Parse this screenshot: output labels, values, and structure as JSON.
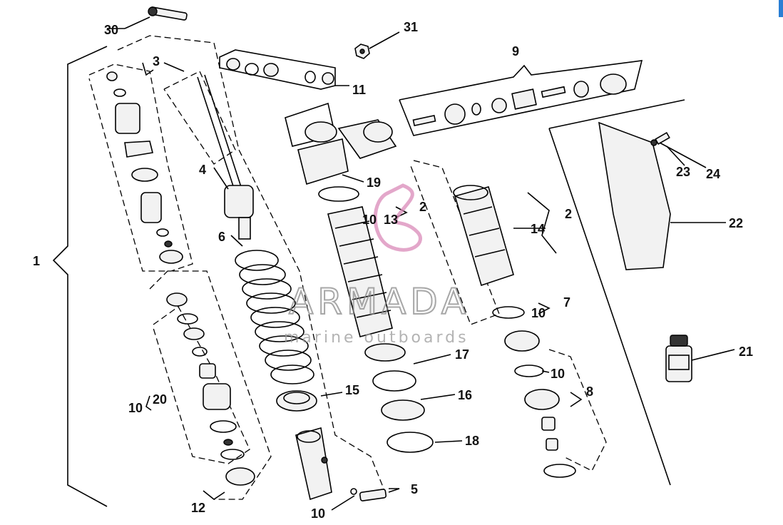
{
  "labels": {
    "l30": "30",
    "l31": "31",
    "l9": "9",
    "l3": "3",
    "l11": "11",
    "l4": "4",
    "l6": "6",
    "l1": "1",
    "l19": "19",
    "l2a": "2",
    "l10a": "10",
    "l13": "13",
    "l2b": "2",
    "l14": "14",
    "l22": "22",
    "l23": "23",
    "l24": "24",
    "l7": "7",
    "l10b": "10",
    "l15": "15",
    "l17": "17",
    "l16": "16",
    "l10c": "10",
    "l8": "8",
    "l21": "21",
    "l18": "18",
    "l10d": "10",
    "l20": "20",
    "l5": "5",
    "l10e": "10",
    "l12": "12"
  },
  "watermark": {
    "brand": "ARMADA",
    "tagline": "marine outboards"
  },
  "colors": {
    "line": "#000000",
    "watermark_logo": "#d98ab8",
    "corner_accent": "#2a7fd4"
  }
}
